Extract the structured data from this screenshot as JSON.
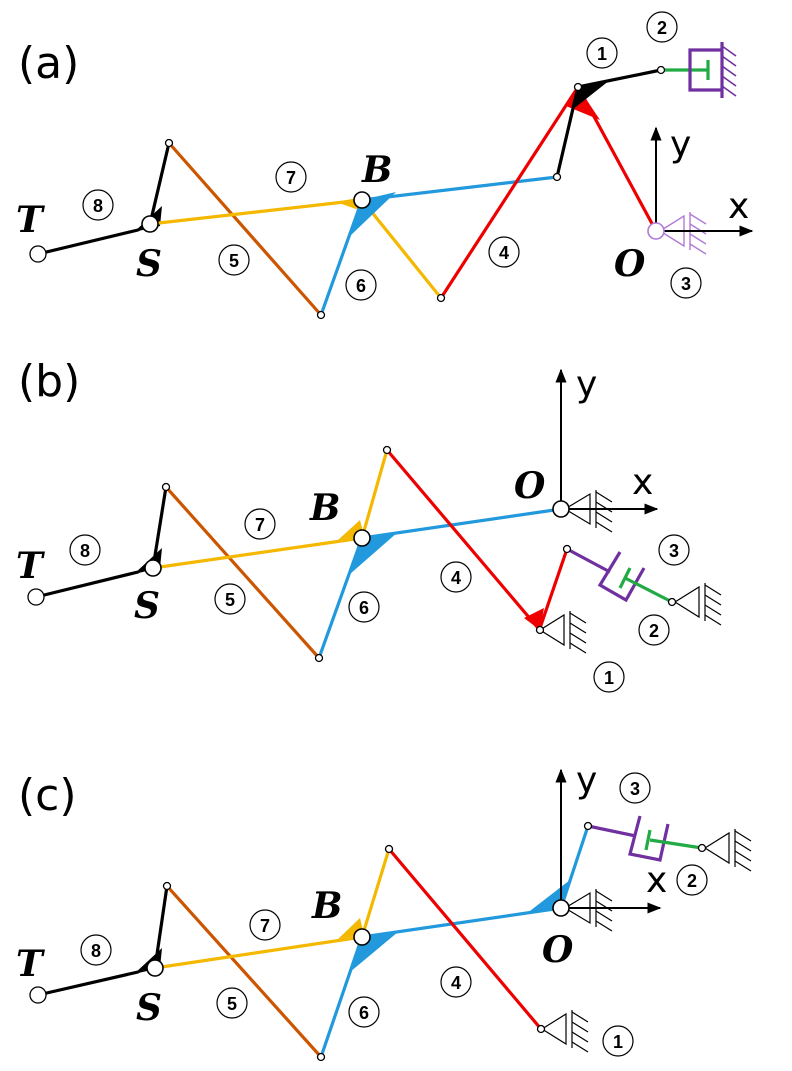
{
  "colors": {
    "link1": "#000000",
    "link4": "#ee0000",
    "link5": "#cc5500",
    "link6": "#2299dd",
    "link7": "#f5b800",
    "link8": "#000000",
    "damper": "#7030a0",
    "spring": "#22aa44",
    "support_a": "#b07ad6"
  },
  "panels": {
    "a": {
      "label": "(a)",
      "point_T": "T",
      "point_S": "S",
      "point_B": "B",
      "point_O": "O",
      "axis_x": "x",
      "axis_y": "y",
      "n1": "1",
      "n2": "2",
      "n3": "3",
      "n4": "4",
      "n5": "5",
      "n6": "6",
      "n7": "7",
      "n8": "8"
    },
    "b": {
      "label": "(b)",
      "point_T": "T",
      "point_S": "S",
      "point_B": "B",
      "point_O": "O",
      "axis_x": "x",
      "axis_y": "y",
      "n1": "1",
      "n2": "2",
      "n3": "3",
      "n4": "4",
      "n5": "5",
      "n6": "6",
      "n7": "7",
      "n8": "8"
    },
    "c": {
      "label": "(c)",
      "point_T": "T",
      "point_S": "S",
      "point_B": "B",
      "point_O": "O",
      "axis_x": "x",
      "axis_y": "y",
      "n1": "1",
      "n2": "2",
      "n3": "3",
      "n4": "4",
      "n5": "5",
      "n6": "6",
      "n7": "7",
      "n8": "8"
    }
  }
}
